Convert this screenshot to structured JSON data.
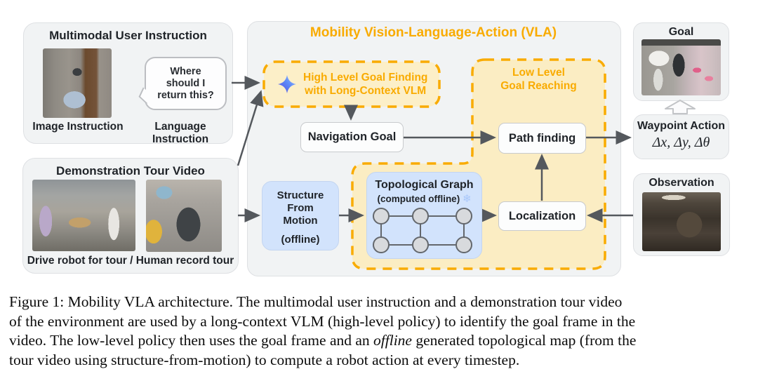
{
  "colors": {
    "accent_orange": "#F9AB00",
    "cream_fill": "#FBEDC3",
    "blue_fill": "#D2E3FC",
    "panel_gray": "#F1F3F4",
    "arrow_gray": "#54585D"
  },
  "left": {
    "multimodal": {
      "title": "Multimodal User Instruction",
      "bubble_lines": [
        "Where",
        "should I",
        "return this?"
      ],
      "image_label": "Image Instruction",
      "language_label": "Language Instruction"
    },
    "demo": {
      "title": "Demonstration Tour Video",
      "label": "Drive robot for tour / Human record tour"
    }
  },
  "vla": {
    "title": "Mobility Vision-Language-Action (VLA)",
    "high_level": {
      "line1": "High Level Goal Finding",
      "line2": "with Long-Context VLM"
    },
    "low_level": {
      "line1": "Low Level",
      "line2": "Goal Reaching"
    },
    "navigation_goal": "Navigation Goal",
    "path_finding": "Path finding",
    "localization": "Localization",
    "sfm": {
      "lines": [
        "Structure",
        "From",
        "Motion"
      ],
      "mode": "(offline)"
    },
    "topo": {
      "title": "Topological Graph",
      "subtitle": "(computed offline)"
    }
  },
  "right": {
    "goal": {
      "title": "Goal"
    },
    "waypoint": {
      "title": "Waypoint Action",
      "formula": "Δx, Δy, Δθ"
    },
    "observation": {
      "title": "Observation"
    }
  },
  "icons": {
    "snowflake": "❄"
  },
  "caption": {
    "line1": "Figure 1: Mobility VLA architecture. The multimodal user instruction and a demonstration tour video",
    "line2": "of the environment are used by a long-context VLM (high-level policy) to identify the goal frame in the",
    "line3_pre": "video. The low-level policy then uses the goal frame and an ",
    "line3_italic": "offline",
    "line3_post": " generated topological map (from the",
    "line4": "tour video using structure-from-motion) to compute a robot action at every timestep."
  }
}
